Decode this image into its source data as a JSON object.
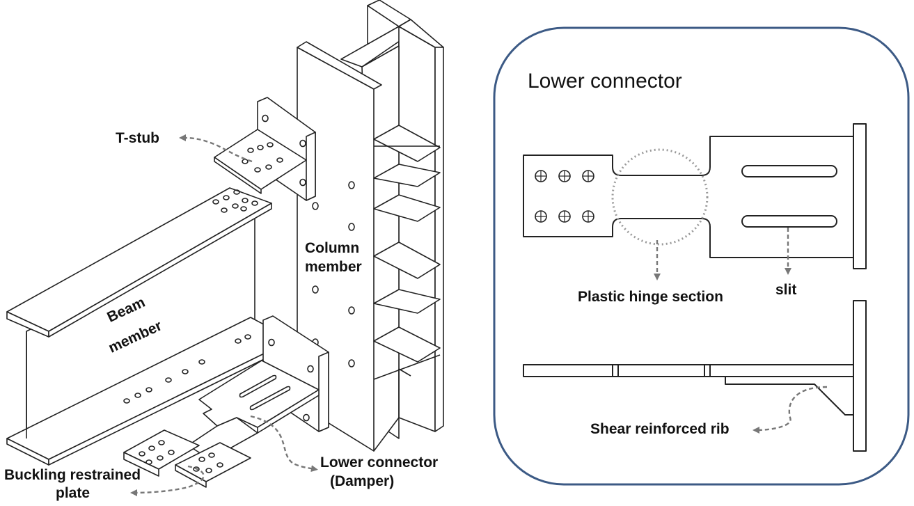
{
  "left_labels": {
    "t_stub": "T-stub",
    "column_line1": "Column",
    "column_line2": "member",
    "beam_line1": "Beam",
    "beam_line2": "member",
    "buckling_line1": "Buckling restrained",
    "buckling_line2": "plate",
    "lower_line1": "Lower connector",
    "lower_line2": "(Damper)"
  },
  "panel": {
    "title": "Lower connector",
    "plastic_hinge": "Plastic hinge section",
    "slit": "slit",
    "shear_rib": "Shear reinforced rib",
    "border_color": "#3c5a85"
  }
}
